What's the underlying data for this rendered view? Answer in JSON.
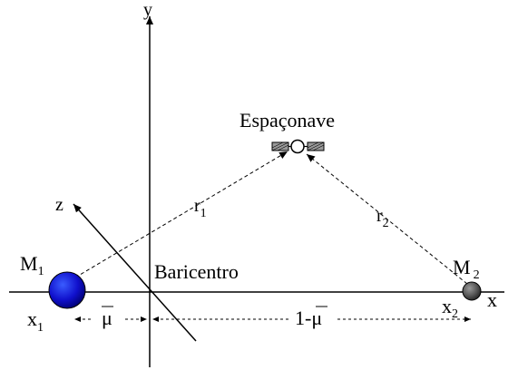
{
  "diagram": {
    "axes": {
      "x_label": "x",
      "y_label": "y",
      "z_label": "z"
    },
    "barycenter": {
      "label": "Baricentro"
    },
    "spacecraft": {
      "label": "Espaçonave"
    },
    "body1": {
      "label": "M",
      "subscript": "1",
      "x_label": "x",
      "x_subscript": "1",
      "color": "#1010cc"
    },
    "body2": {
      "label": "M",
      "subscript": "2",
      "x_label": "x",
      "x_subscript": "2",
      "color": "#555555"
    },
    "distances": {
      "r1": {
        "label": "r",
        "subscript": "1"
      },
      "r2": {
        "label": "r",
        "subscript": "2"
      },
      "mu": {
        "label": "μ"
      },
      "one_minus_mu": {
        "prefix": "1-",
        "label": "μ"
      }
    }
  }
}
